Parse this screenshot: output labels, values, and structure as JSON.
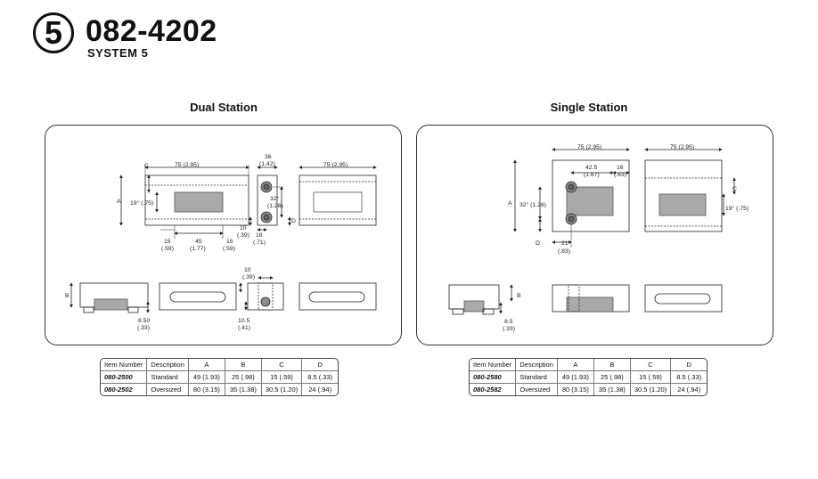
{
  "header": {
    "badge": "5",
    "part_number": "082-4202",
    "system": "SYSTEM 5"
  },
  "dual": {
    "title": "Dual Station",
    "dims": {
      "width_top": "75 (2.95)",
      "c": "C",
      "a": "A",
      "angle19": "19° (.75)",
      "d15a": "15",
      "d15a_in": "(.59)",
      "d45": "45",
      "d45_in": "(1.77)",
      "d15b": "15",
      "d15b_in": "(.59)",
      "d36": "36",
      "d36_in": "(1.42)",
      "angle32": "32°",
      "angle32_in": "(1.26)",
      "d10": "10",
      "d10_in": "(.39)",
      "d18": "18",
      "d18_in": "(.71)",
      "dd": "D",
      "width_right": "75 (2.95)",
      "b": "B",
      "d850": "8.50",
      "d850_in": "(.33)",
      "d10b": "10",
      "d10b_in": "(.39)",
      "d105": "10.5",
      "d105_in": "(.41)"
    },
    "table": {
      "headers": [
        "Item Number",
        "Description",
        "A",
        "B",
        "C",
        "D"
      ],
      "rows": [
        [
          "080-2500",
          "Standard",
          "49 (1.93)",
          "25 (.98)",
          "15 (.59)",
          "8.5 (.33)"
        ],
        [
          "080-2502",
          "Oversized",
          "80 (3.15)",
          "35 (1.38)",
          "30.5 (1.20)",
          "24 (.94)"
        ]
      ]
    }
  },
  "single": {
    "title": "Single Station",
    "dims": {
      "width_top": "75 (2.95)",
      "d425": "42.5",
      "d425_in": "(1.67)",
      "d16": "16",
      "d16_in": "(.63)",
      "a": "A",
      "angle32": "32° (1.26)",
      "dd": "D",
      "d21": "21",
      "d21_in": "(.83)",
      "width_right": "75 (2.95)",
      "c": "C",
      "angle19": "19° (.75)",
      "b": "B",
      "d85": "8.5",
      "d85_in": "(.33)"
    },
    "table": {
      "headers": [
        "Item Number",
        "Description",
        "A",
        "B",
        "C",
        "D"
      ],
      "rows": [
        [
          "080-2580",
          "Standard",
          "49 (1.93)",
          "25 (.98)",
          "15 (.59)",
          "8.5 (.33)"
        ],
        [
          "080-2582",
          "Oversized",
          "80 (3.15)",
          "35 (1.38)",
          "30.5 (1.20)",
          "24 (.94)"
        ]
      ]
    }
  },
  "colors": {
    "shade": "#a9a9a9",
    "line": "#222222",
    "hole": "#8c8c8c"
  }
}
